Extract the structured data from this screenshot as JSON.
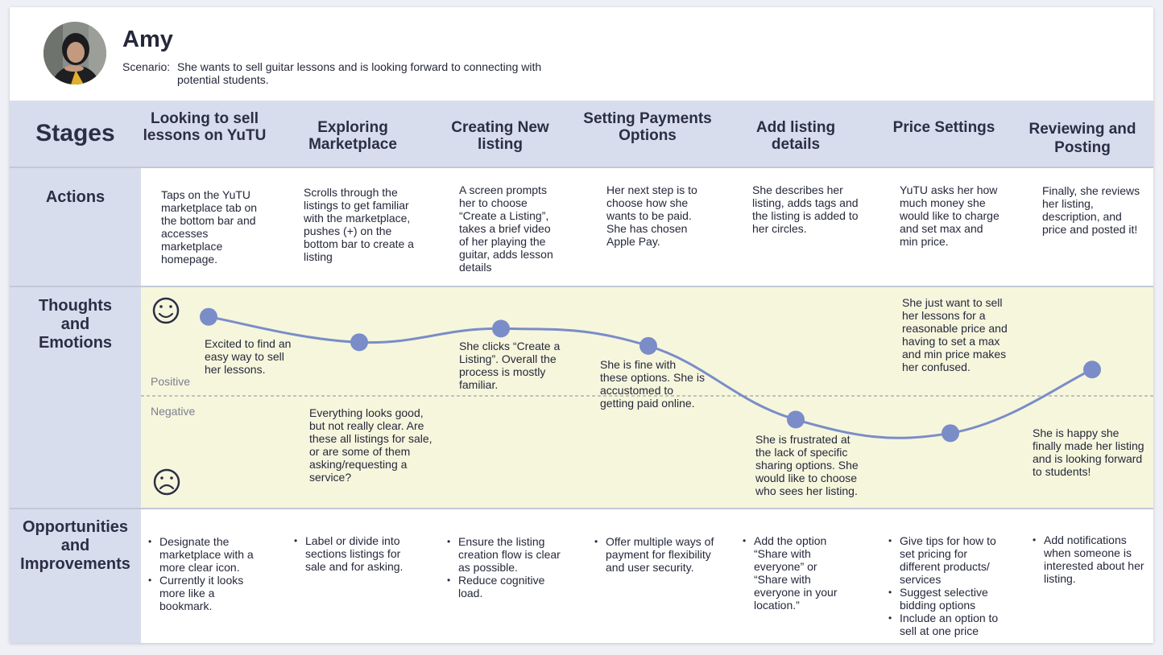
{
  "persona": {
    "name": "Amy",
    "scenario_label": "Scenario:",
    "scenario": "She wants to sell guitar lessons and is looking forward to connecting with potential students."
  },
  "labels": {
    "stages": "Stages",
    "actions": "Actions",
    "thoughts": "Thoughts and Emotions",
    "opportunities": "Opportunities and Improvements",
    "positive": "Positive",
    "negative": "Negative"
  },
  "stages": [
    {
      "title": "Looking to sell lessons on YuTU",
      "action": "Taps on the YuTU marketplace tab on the bottom bar and accesses marketplace homepage.",
      "thought": "Excited to find an easy way to sell her lessons.",
      "opportunities": [
        "Designate the marketplace with a more clear icon.",
        "Currently it looks more like a bookmark."
      ]
    },
    {
      "title": "Exploring Marketplace",
      "action": "Scrolls through the listings to get familiar with the marketplace, pushes (+) on the bottom bar to create a listing",
      "thought": "Everything looks good, but not really clear. Are these all listings for sale, or are some of them asking/requesting a service?",
      "opportunities": [
        "Label or divide into sections listings for sale and for asking."
      ]
    },
    {
      "title": "Creating New listing",
      "action": "A screen prompts her to choose “Create a Listing”, takes a brief video of her playing the guitar, adds lesson details",
      "thought": "She clicks “Create a Listing”. Overall the process is mostly familiar.",
      "opportunities": [
        "Ensure the listing creation flow is clear as possible.",
        "Reduce cognitive load."
      ]
    },
    {
      "title": "Setting Payments Options",
      "action": "Her next step is to choose how she wants to be paid. She has chosen Apple Pay.",
      "thought": "She is fine with these options. She is accustomed to getting paid online.",
      "opportunities": [
        "Offer multiple ways of payment for flexibility and user security."
      ]
    },
    {
      "title": "Add listing details",
      "action": "She describes her listing, adds tags and the listing is added to her circles.",
      "thought": "She is frustrated at the lack of specific sharing options. She would like to choose who sees her listing.",
      "opportunities": [
        "Add the option “Share with everyone” or “Share with everyone in your location.”"
      ]
    },
    {
      "title": "Price Settings",
      "action": "YuTU asks her how much money she would like to charge and set max and min price.",
      "thought": "She just want to sell her lessons for a reasonable price and having to set a max and min price makes her confused.",
      "opportunities": [
        "Give tips for how to set pricing for different products/ services",
        "Suggest selective bidding options",
        "Include an option to sell at one price"
      ]
    },
    {
      "title": "Reviewing and Posting",
      "action": "Finally, she reviews her listing, description, and price and posted it!",
      "thought": "She is happy she finally made her listing and is looking forward to students!",
      "opportunities": [
        "Add notifications when someone is interested about her listing."
      ]
    }
  ],
  "emotion_curve": {
    "scale": "Positive (1) to Negative (-1)",
    "values": [
      0.87,
      0.59,
      0.74,
      0.55,
      -0.26,
      -0.41,
      0.29
    ]
  },
  "colors": {
    "header_band": "#d8dded",
    "emotion_band": "#f6f6dd",
    "curve": "#7a8dc8",
    "text": "#25283a"
  },
  "icons": [
    "smile-icon",
    "frown-icon"
  ]
}
